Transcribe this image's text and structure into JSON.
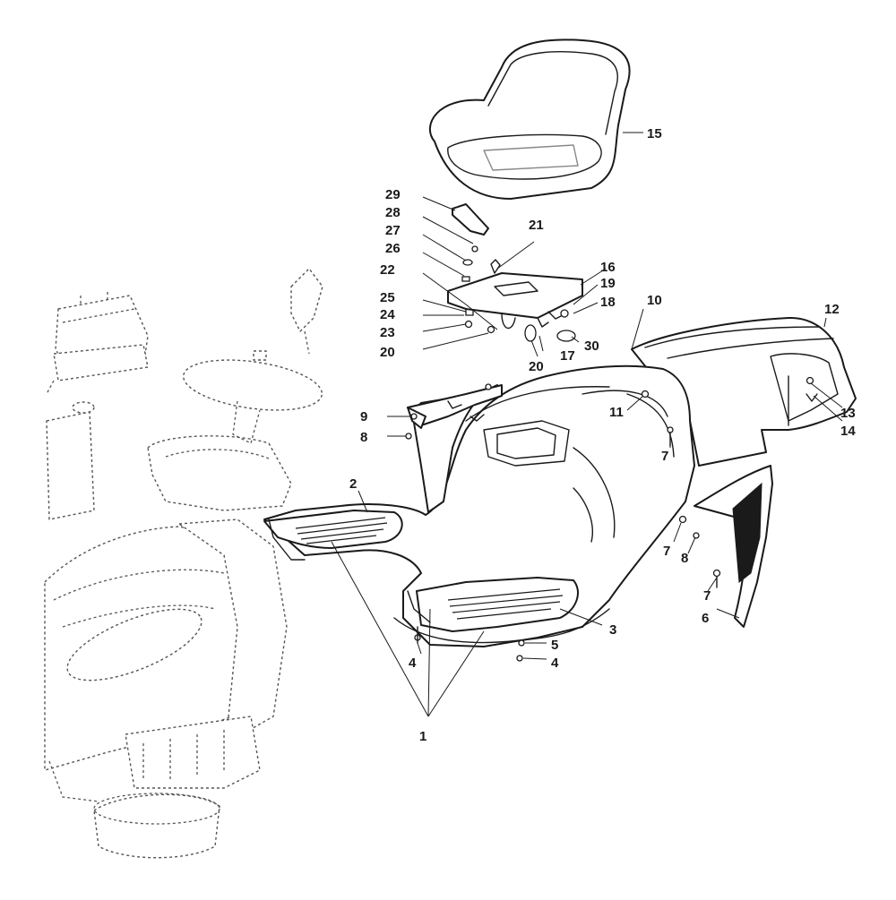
{
  "diagram": {
    "callouts": {
      "c1": "1",
      "c2": "2",
      "c3": "3",
      "c4a": "4",
      "c4b": "4",
      "c5": "5",
      "c6": "6",
      "c7a": "7",
      "c7b": "7",
      "c7c": "7",
      "c8a": "8",
      "c8b": "8",
      "c9": "9",
      "c10": "10",
      "c11": "11",
      "c12": "12",
      "c13": "13",
      "c14": "14",
      "c15": "15",
      "c16": "16",
      "c17": "17",
      "c18": "18",
      "c19": "19",
      "c20a": "20",
      "c20b": "20",
      "c21": "21",
      "c22": "22",
      "c23": "23",
      "c24": "24",
      "c25": "25",
      "c26": "26",
      "c27": "27",
      "c28": "28",
      "c29": "29",
      "c30": "30"
    }
  }
}
